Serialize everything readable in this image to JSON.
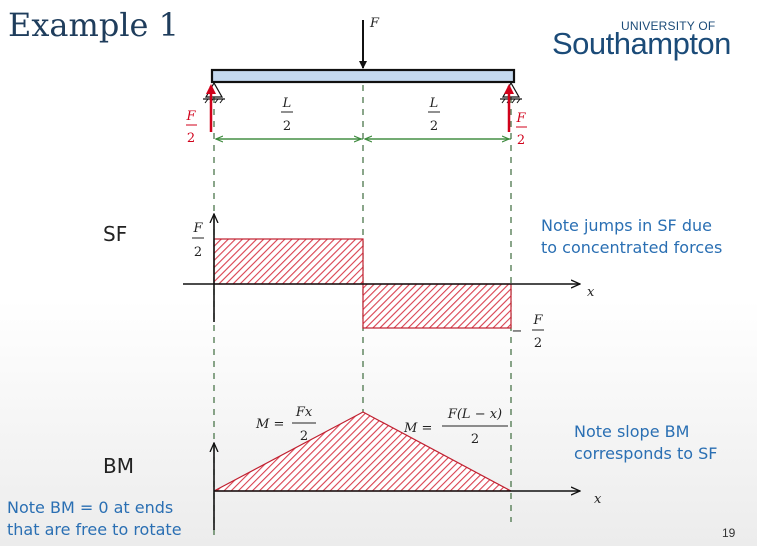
{
  "slide": {
    "title": "Example 1",
    "logo_top": "UNIVERSITY OF",
    "logo_main": "Southampton",
    "page_number": "19"
  },
  "beam": {
    "load_label": "F",
    "reaction_num": "F",
    "reaction_den": "2",
    "span_num": "L",
    "span_den": "2"
  },
  "sf": {
    "label": "SF",
    "pos_num": "F",
    "pos_den": "2",
    "neg_sign": "−",
    "neg_num": "F",
    "neg_den": "2",
    "axis": "x",
    "note_line1": "Note jumps in SF due",
    "note_line2": "to concentrated forces"
  },
  "bm": {
    "label": "BM",
    "axis": "x",
    "left_m": "M =",
    "left_num": "Fx",
    "left_den": "2",
    "right_m": "M =",
    "right_num": "F(L − x)",
    "right_den": "2",
    "note_line1": "Note slope BM",
    "note_line2": "corresponds to SF",
    "ends_line1": "Note BM = 0 at ends",
    "ends_line2": "that are free to rotate"
  },
  "colors": {
    "title": "#1f3d5c",
    "note": "#2a6fb3",
    "reaction": "#d0021b",
    "hatch": "#d9404f",
    "dim": "#3d8a3d",
    "beam": "#c5d9ef"
  }
}
